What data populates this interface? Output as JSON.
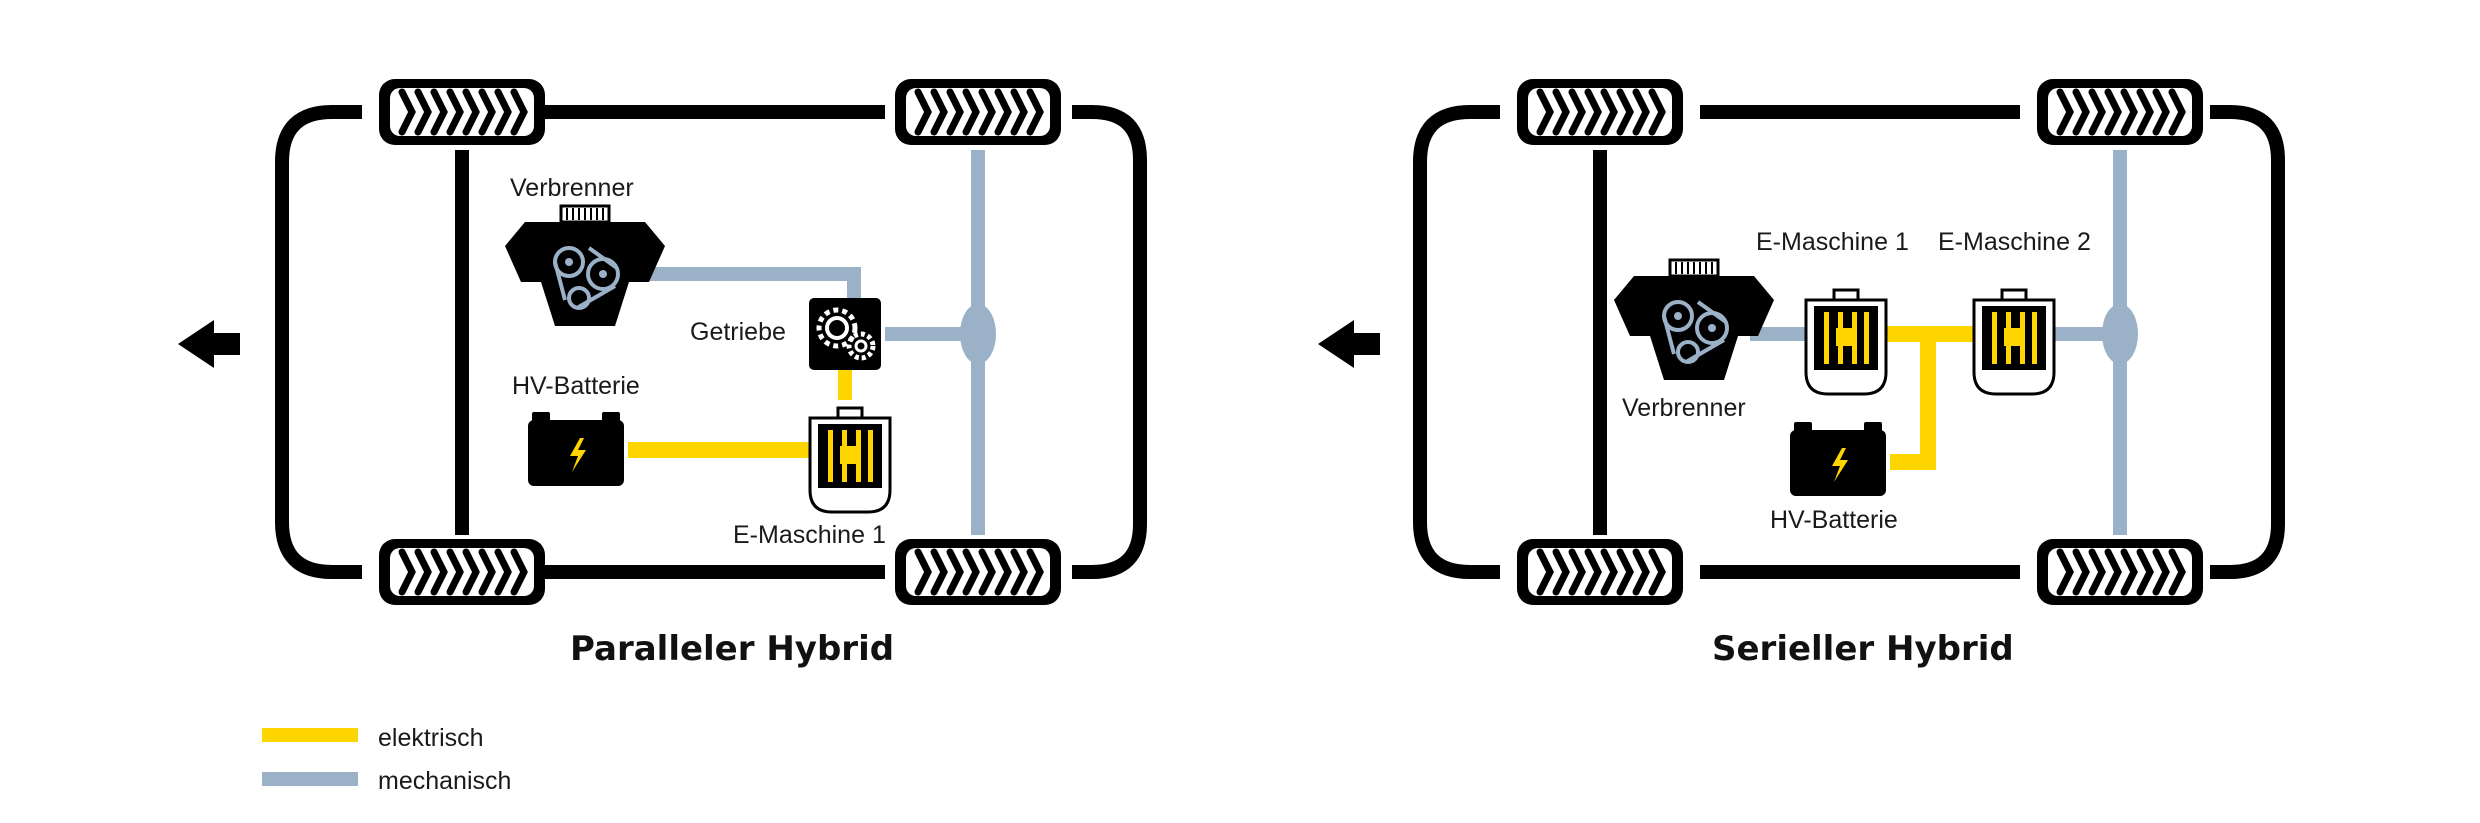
{
  "colors": {
    "electric": "#FFD500",
    "mechanical": "#9BB1C8",
    "frame": "#000000"
  },
  "parallel": {
    "title": "Paralleler Hybrid",
    "labels": {
      "engine": "Verbrenner",
      "gearbox": "Getriebe",
      "battery": "HV-Batterie",
      "motor1": "E-Maschine 1"
    }
  },
  "serial": {
    "title": "Serieller Hybrid",
    "labels": {
      "engine": "Verbrenner",
      "motor1": "E-Maschine 1",
      "motor2": "E-Maschine 2",
      "battery": "HV-Batterie"
    }
  },
  "legend": {
    "electric": "elektrisch",
    "mechanical": "mechanisch"
  },
  "icons": [
    "arrow-left-icon",
    "tire-icon",
    "engine-icon",
    "gearbox-icon",
    "battery-icon",
    "electric-motor-icon"
  ]
}
